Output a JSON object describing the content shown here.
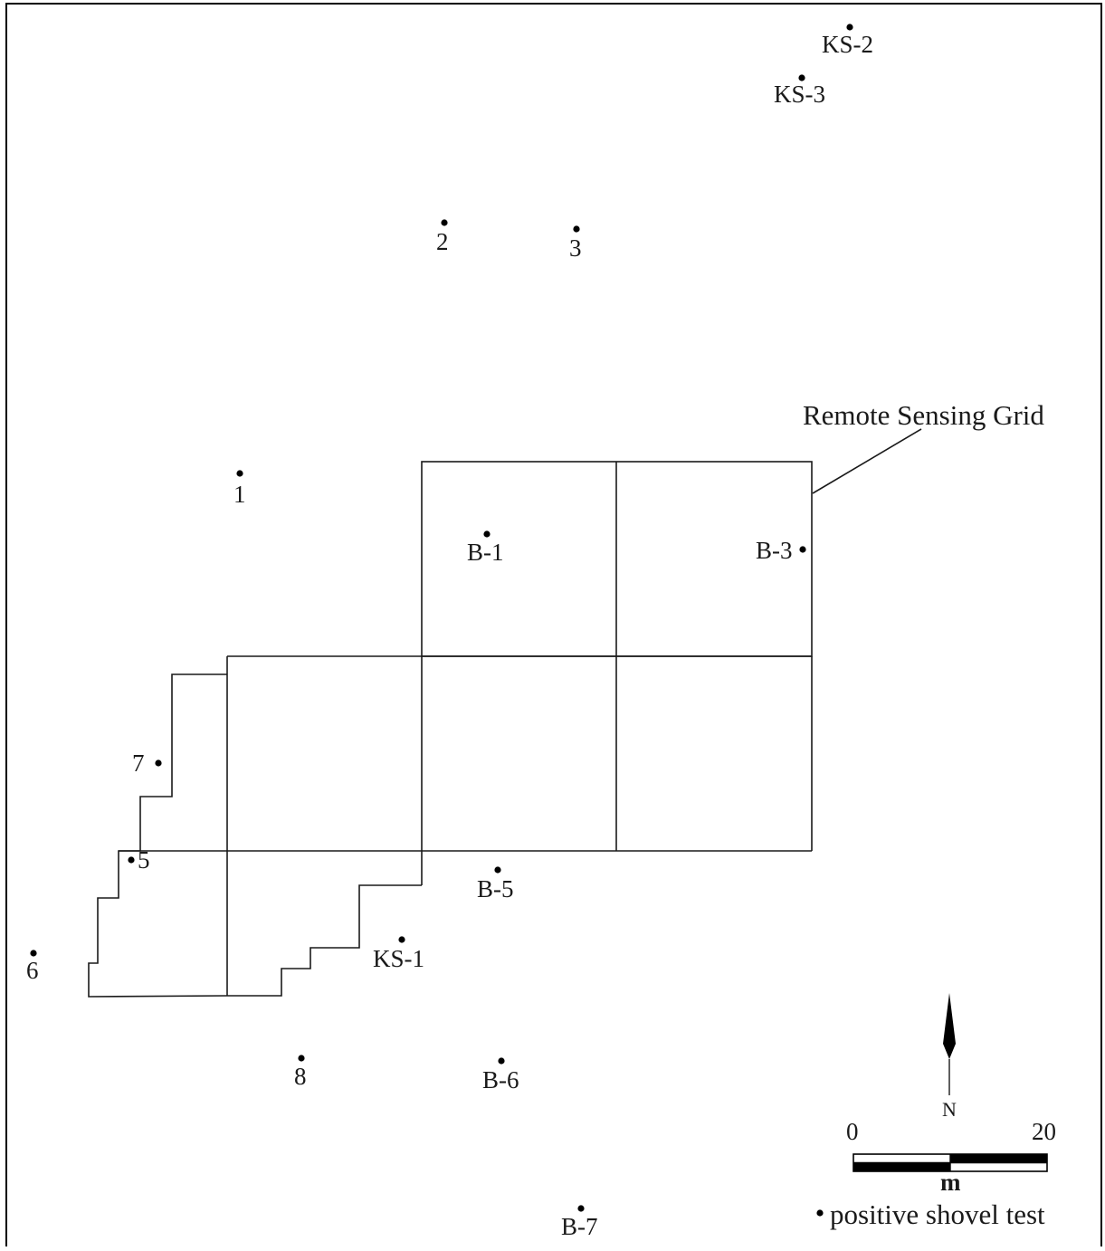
{
  "map": {
    "callout_label": "Remote Sensing Grid",
    "legend_text": "positive shovel test",
    "north_label": "N",
    "scale": {
      "start": "0",
      "end": "20",
      "unit": "m"
    },
    "shovel_tests": [
      {
        "id": "ks-2",
        "label": "KS-2"
      },
      {
        "id": "ks-3",
        "label": "KS-3"
      },
      {
        "id": "2",
        "label": "2"
      },
      {
        "id": "3",
        "label": "3"
      },
      {
        "id": "1",
        "label": "1"
      },
      {
        "id": "b-1",
        "label": "B-1"
      },
      {
        "id": "b-3",
        "label": "B-3"
      },
      {
        "id": "7",
        "label": "7"
      },
      {
        "id": "5",
        "label": "5"
      },
      {
        "id": "b-5",
        "label": "B-5"
      },
      {
        "id": "6",
        "label": "6"
      },
      {
        "id": "ks-1",
        "label": "KS-1"
      },
      {
        "id": "8",
        "label": "8"
      },
      {
        "id": "b-6",
        "label": "B-6"
      },
      {
        "id": "b-7",
        "label": "B-7"
      }
    ]
  }
}
